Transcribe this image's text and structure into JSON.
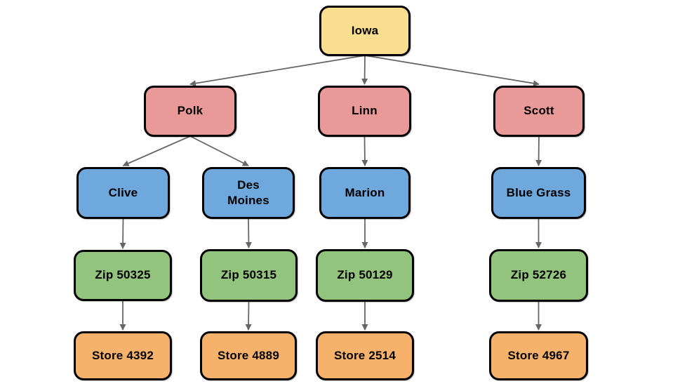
{
  "colors": {
    "state": "#FADE8F",
    "county": "#EA9999",
    "city": "#6FA8DC",
    "zip": "#93C47D",
    "store": "#F6B26B",
    "border": "#000000",
    "arrow": "#666666",
    "background": "#FFFFFF"
  },
  "nodes": {
    "iowa": {
      "label": "Iowa"
    },
    "polk": {
      "label": "Polk"
    },
    "linn": {
      "label": "Linn"
    },
    "scott": {
      "label": "Scott"
    },
    "clive": {
      "label": "Clive"
    },
    "des_moines": {
      "label": "Des\nMoines"
    },
    "marion": {
      "label": "Marion"
    },
    "blue_grass": {
      "label": "Blue Grass"
    },
    "zip_50325": {
      "label": "Zip 50325"
    },
    "zip_50315": {
      "label": "Zip 50315"
    },
    "zip_50129": {
      "label": "Zip 50129"
    },
    "zip_52726": {
      "label": "Zip 52726"
    },
    "store_4392": {
      "label": "Store 4392"
    },
    "store_4889": {
      "label": "Store 4889"
    },
    "store_2514": {
      "label": "Store 2514"
    },
    "store_4967": {
      "label": "Store 4967"
    }
  },
  "edges": [
    [
      "iowa",
      "polk"
    ],
    [
      "iowa",
      "linn"
    ],
    [
      "iowa",
      "scott"
    ],
    [
      "polk",
      "clive"
    ],
    [
      "polk",
      "des_moines"
    ],
    [
      "linn",
      "marion"
    ],
    [
      "scott",
      "blue_grass"
    ],
    [
      "clive",
      "zip_50325"
    ],
    [
      "des_moines",
      "zip_50315"
    ],
    [
      "marion",
      "zip_50129"
    ],
    [
      "blue_grass",
      "zip_52726"
    ],
    [
      "zip_50325",
      "store_4392"
    ],
    [
      "zip_50315",
      "store_4889"
    ],
    [
      "zip_50129",
      "store_2514"
    ],
    [
      "zip_52726",
      "store_4967"
    ]
  ]
}
